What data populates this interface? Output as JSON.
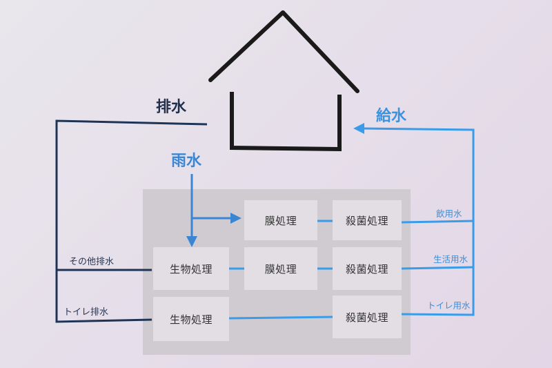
{
  "labels": {
    "drain": "排水",
    "supply": "給水",
    "rain": "雨水",
    "other_drain": "その他排水",
    "toilet_drain": "トイレ排水",
    "drinking_water": "飲用水",
    "domestic_water": "生活用水",
    "toilet_water": "トイレ用水"
  },
  "rows": [
    {
      "boxes": [
        "膜処理",
        "殺菌処理"
      ]
    },
    {
      "boxes": [
        "生物処理",
        "膜処理",
        "殺菌処理"
      ]
    },
    {
      "boxes": [
        "生物処理",
        "殺菌処理"
      ]
    }
  ],
  "colors": {
    "drain_line": "#1e3456",
    "supply_line": "#3a9be8",
    "rain_arrow": "#3a86d4",
    "house": "#1a1a1a",
    "panel": "#cfcbd0",
    "box": "#e2dee4"
  }
}
